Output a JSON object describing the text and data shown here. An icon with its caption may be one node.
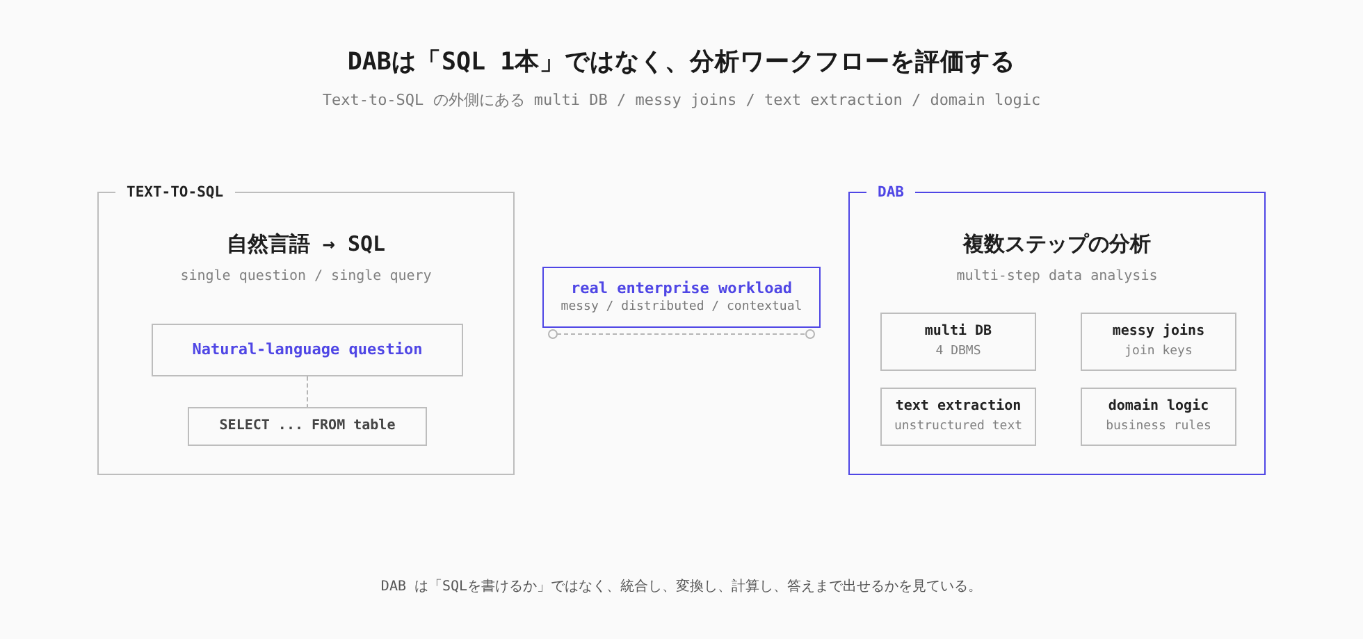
{
  "diagram": {
    "title": "DABは「SQL 1本」ではなく、分析ワークフローを評価する",
    "caption": "DAB は「SQLを書けるか」ではなく、統合し、変換し、計算し、答えまで出せるかを見ている。",
    "nodes": [
      {
        "text": [
          "TEXT-TO-SQL",
          "自然言語 → SQL",
          "single question / single query"
        ]
      },
      {
        "text": [
          "Natural-language question"
        ],
        "in": 0
      },
      {
        "text": [
          "SELECT ... FROM table"
        ],
        "in": 0
      },
      {
        "text": [
          "real enterprise workload",
          "messy / distributed / contextual"
        ]
      },
      {
        "text": [
          "DAB",
          "複数ステップの分析",
          "multi-step data analysis"
        ]
      },
      {
        "text": [
          "multi DB",
          "4 DBMS"
        ],
        "in": 4
      },
      {
        "text": [
          "messy joins",
          "join keys"
        ],
        "in": 4
      },
      {
        "text": [
          "text extraction",
          "unstructured text"
        ],
        "in": 4
      },
      {
        "text": [
          "domain logic",
          "business rules"
        ],
        "in": 4
      }
    ],
    "edges": [
      {
        "from": 1,
        "to": 2,
        "arrow": "none",
        "style": "dashed"
      }
    ],
    "labels": [
      "Text-to-SQL の外側にある multi DB / messy joins / text extraction / domain logic"
    ]
  }
}
